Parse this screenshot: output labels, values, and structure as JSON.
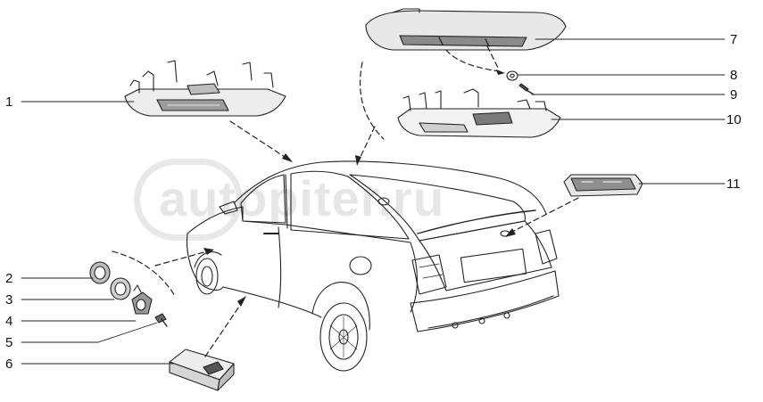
{
  "diagram": {
    "watermark": "autopiter.ru",
    "callouts": [
      "1",
      "2",
      "3",
      "4",
      "5",
      "6",
      "7",
      "8",
      "9",
      "10",
      "11"
    ],
    "colors": {
      "line": "#222222",
      "shade": "#9a9a9a",
      "light": "#dcdcdc",
      "watermark": "#d2d2d2"
    }
  }
}
